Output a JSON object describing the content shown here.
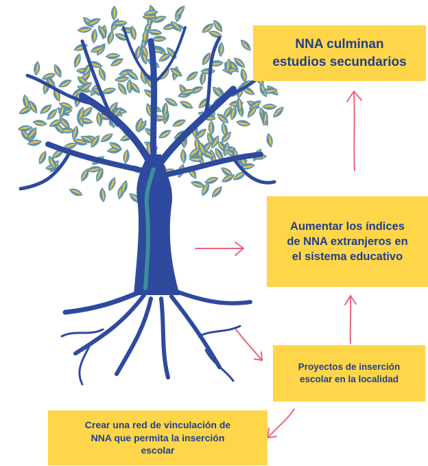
{
  "goal": {
    "line1": "NNA culminan",
    "line2": "estudios secundarios"
  },
  "intermediate": {
    "line1": "Aumentar los índices",
    "line2": "de NNA extranjeros en",
    "line3": "el sistema educativo"
  },
  "project": {
    "line1": "Proyectos de inserción",
    "line2": "escolar en la localidad"
  },
  "network": {
    "line1": "Crear una red de vinculación de",
    "line2": "NNA que permita la inserción",
    "line3": "escolar"
  },
  "colors": {
    "box_fill": "#FFD54A",
    "text": "#1f3f8a",
    "arrow": "#e8637a",
    "trunk": "#2d4a9e",
    "leaf_yellow": "#E9C23F",
    "leaf_teal": "#5B93B5"
  },
  "icons": {
    "tree": "tree-illustration",
    "arrow": "arrow-icon"
  }
}
